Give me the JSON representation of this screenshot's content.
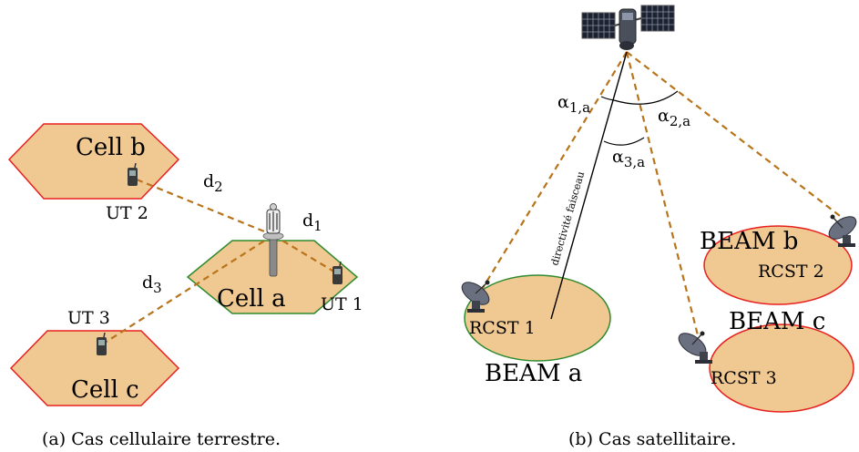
{
  "left": {
    "cells": {
      "b": "Cell b",
      "a": "Cell a",
      "c": "Cell c"
    },
    "terminals": {
      "ut1": "UT 1",
      "ut2": "UT 2",
      "ut3": "UT 3"
    },
    "distances": {
      "d1": {
        "base": "d",
        "sub": "1"
      },
      "d2": {
        "base": "d",
        "sub": "2"
      },
      "d3": {
        "base": "d",
        "sub": "3"
      }
    },
    "caption": "(a) Cas cellulaire terrestre."
  },
  "right": {
    "beams": {
      "a": "BEAM a",
      "b": "BEAM b",
      "c": "BEAM c"
    },
    "terminals": {
      "rcst1": "RCST 1",
      "rcst2": "RCST 2",
      "rcst3": "RCST 3"
    },
    "angles": {
      "a1": {
        "base": "α",
        "sub": "1,a"
      },
      "a2": {
        "base": "α",
        "sub": "2,a"
      },
      "a3": {
        "base": "α",
        "sub": "3,a"
      }
    },
    "boresight_label": "directivité faisceau",
    "caption": "(b) Cas satellitaire."
  },
  "colors": {
    "cell_fill": "#f0c891",
    "serving_border": "#2e8b2e",
    "other_border": "#e8201e",
    "link_dash": "#b8741a"
  }
}
